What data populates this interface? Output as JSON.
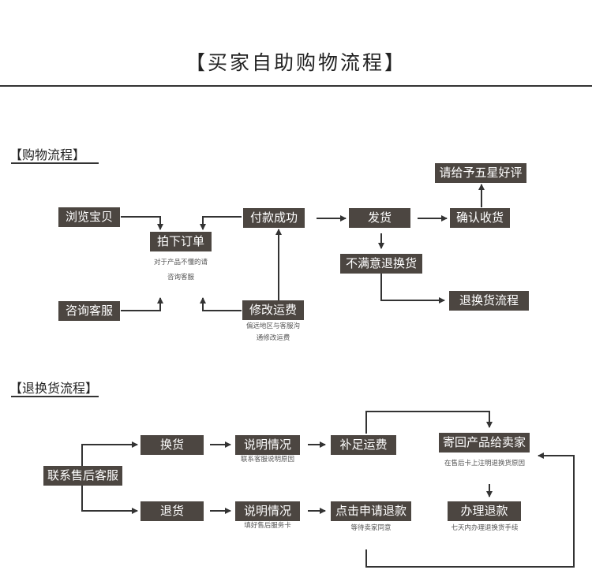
{
  "title": "【买家自助购物流程】",
  "shopping": {
    "section_title": "【购物流程】",
    "boxes": {
      "browse": "浏览宝贝",
      "order": "拍下订单",
      "consult": "咨询客服",
      "modify": "修改运费",
      "paid": "付款成功",
      "ship": "发货",
      "confirm": "确认收货",
      "praise": "请给予五星好评",
      "unsatisfied": "不满意退换货",
      "return_flow": "退换货流程"
    },
    "notes": {
      "order_1": "对于产品不懂的请",
      "order_2": "咨询客服",
      "modify_1": "偏远地区与客服沟",
      "modify_2": "通修改运费"
    }
  },
  "returns": {
    "section_title": "【退换货流程】",
    "boxes": {
      "contact": "联系售后客服",
      "exchange": "换货",
      "refund": "退货",
      "explain1": "说明情况",
      "explain2": "说明情况",
      "postage": "补足运费",
      "apply": "点击申请退款",
      "sendback": "寄回产品给卖家",
      "process": "办理退款"
    },
    "notes": {
      "explain1": "联系客服说明原因",
      "explain2": "填好售后服务卡",
      "apply": "等待卖家同意",
      "sendback": "在售后卡上注明退换货原因",
      "process": "七天内办理退换货手续"
    }
  }
}
